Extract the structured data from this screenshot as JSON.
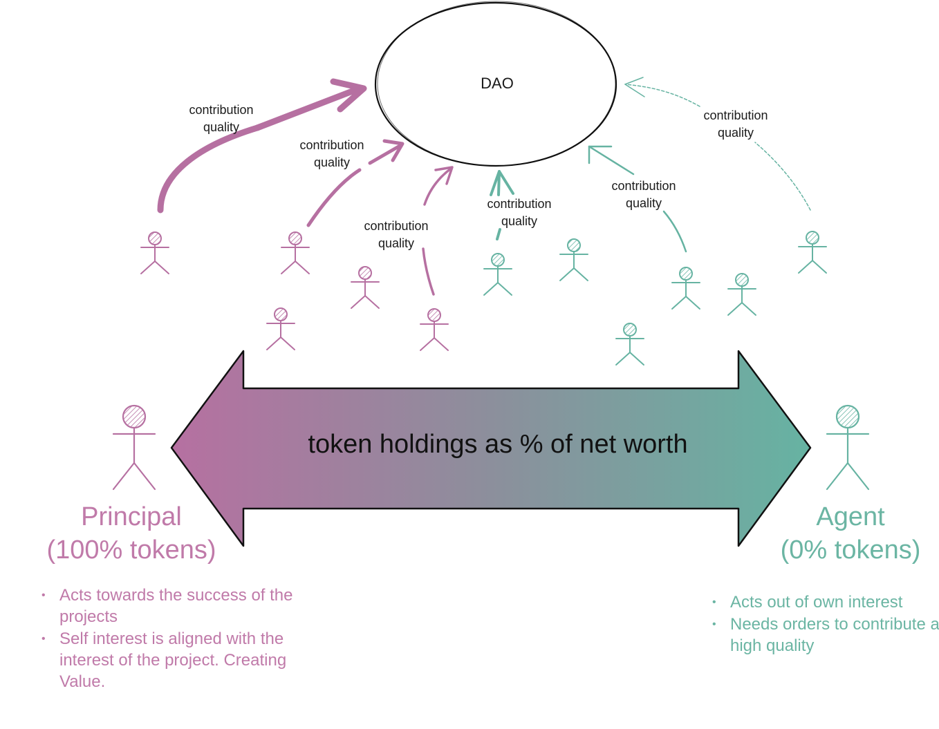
{
  "colors": {
    "principal": "#b670a1",
    "agent": "#66b3a2",
    "ink": "#111111"
  },
  "center": {
    "label": "DAO"
  },
  "edge_label": "contribution quality",
  "edges": [
    {
      "label": "contribution quality",
      "side": "principal"
    },
    {
      "label": "contribution quality",
      "side": "principal"
    },
    {
      "label": "contribution quality",
      "side": "principal"
    },
    {
      "label": "contribution quality",
      "side": "agent"
    },
    {
      "label": "contribution quality",
      "side": "agent"
    },
    {
      "label": "contribution quality",
      "side": "agent"
    }
  ],
  "axis": {
    "label": "token holdings as % of net worth"
  },
  "principal": {
    "title": "Principal",
    "subtitle": "(100% tokens)",
    "bullets": [
      "Acts towards the success of the projects",
      "Self interest is aligned with the interest of the project. Creating Value."
    ]
  },
  "agent": {
    "title": "Agent",
    "subtitle": "(0% tokens)",
    "bullets": [
      "Acts out of own interest",
      "Needs orders to contribute at high quality"
    ]
  }
}
